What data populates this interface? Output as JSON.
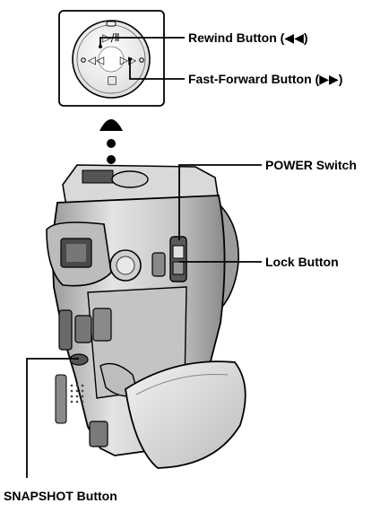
{
  "callouts": {
    "rewind": "Rewind Button (◀◀)",
    "fast_forward": "Fast-Forward Button (▶▶)",
    "power": "POWER Switch",
    "lock": "Lock Button",
    "snapshot": "SNAPSHOT Button"
  },
  "dial_glyphs": {
    "top": "▷/Ⅱ",
    "left": "◁◁",
    "right": "▷▷",
    "bottom": "□"
  },
  "colors": {
    "ink": "#000000",
    "body_light": "#e6e6e6",
    "body_mid": "#b8b8b8",
    "body_dark": "#6e6e6e",
    "panel_bg": "#ffffff"
  }
}
